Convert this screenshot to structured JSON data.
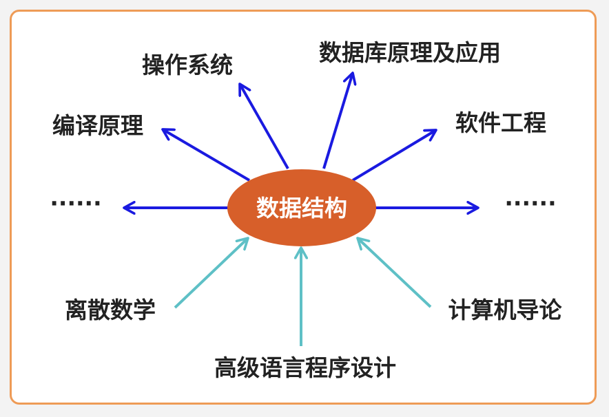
{
  "center": {
    "label": "数据结构"
  },
  "outgoing": [
    {
      "id": "os",
      "label": "操作系统"
    },
    {
      "id": "db",
      "label": "数据库原理及应用"
    },
    {
      "id": "compiler",
      "label": "编译原理"
    },
    {
      "id": "se",
      "label": "软件工程"
    }
  ],
  "incoming": [
    {
      "id": "discrete",
      "label": "离散数学"
    },
    {
      "id": "hlp",
      "label": "高级语言程序设计"
    },
    {
      "id": "intro",
      "label": "计算机导论"
    }
  ],
  "ellipsis": {
    "left": "······",
    "right": "······"
  },
  "colors": {
    "frame": "#ee9b56",
    "center_fill": "#d75f2a",
    "outgoing_arrow": "#1a1ae0",
    "incoming_arrow": "#5ec0c6"
  }
}
